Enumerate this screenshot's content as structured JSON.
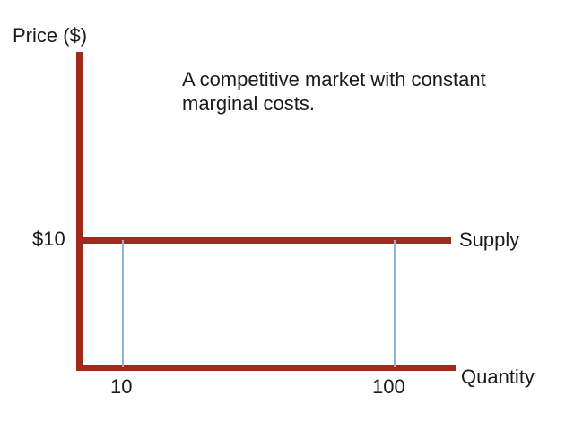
{
  "chart_data": {
    "type": "line",
    "title": "",
    "annotation": "A competitive market with constant marginal costs.",
    "xlabel": "Quantity",
    "ylabel": "Price ($)",
    "grid": false,
    "legend": "inline-right",
    "xticks": [
      "10",
      "100"
    ],
    "yticks": [
      "$10"
    ],
    "series": [
      {
        "name": "Supply",
        "type": "horizontal-line",
        "color": "#9e2a1c",
        "y_value": 10,
        "y_label": "$10",
        "x_from": 0,
        "x_to": 115,
        "description": "Perfectly elastic supply at a constant price of $10"
      }
    ],
    "droplines": [
      {
        "name": "quantity-10",
        "x": 10,
        "label": "10",
        "color": "#8fb4dc",
        "from_y": 10,
        "to_y": 0
      },
      {
        "name": "quantity-100",
        "x": 100,
        "label": "100",
        "color": "#8fb4dc",
        "from_y": 10,
        "to_y": 0
      }
    ],
    "xlim": [
      0,
      130
    ],
    "ylim": [
      0,
      24
    ]
  },
  "labels": {
    "price_axis": "Price ($)",
    "price_value": "$10",
    "supply": "Supply",
    "quantity_axis": "Quantity",
    "tick_q10": "10",
    "tick_q100": "100",
    "annotation": "A competitive market with constant marginal costs."
  },
  "colors": {
    "axis": "#9e2a1c",
    "supply": "#9e2a1c",
    "dropline": "#8fb4dc",
    "text": "#1a1a1a",
    "background": "#ffffff"
  }
}
